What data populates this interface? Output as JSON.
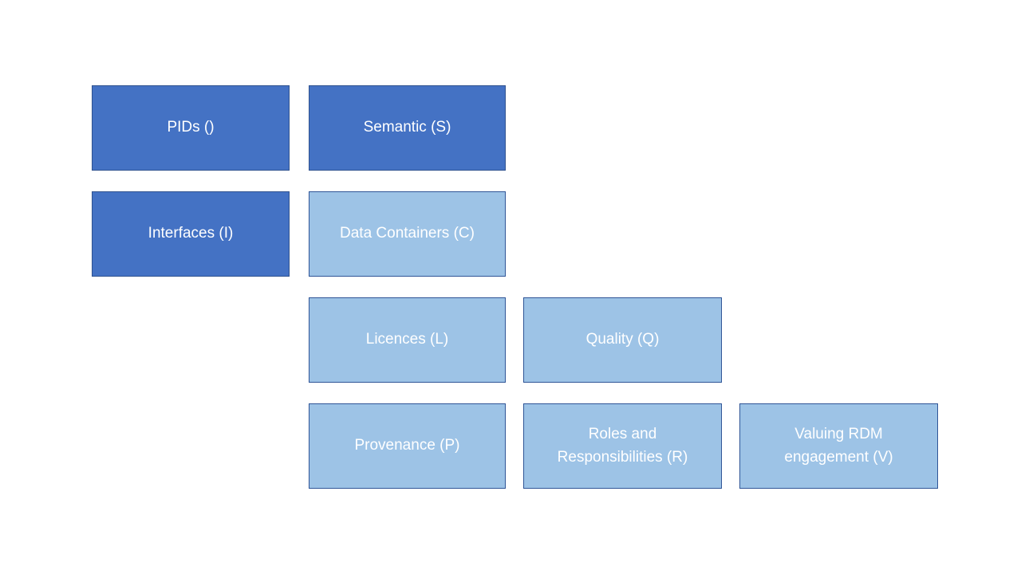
{
  "slide": {
    "background": "#FFFFFF"
  },
  "colors": {
    "dark_fill": "#4472C4",
    "dark_border": "#2F528F",
    "light_fill": "#9DC3E6",
    "light_border": "#2F5597",
    "text": "#FFFFFF"
  },
  "boxes": [
    {
      "id": "pids",
      "label": "PIDs ()",
      "variant": "dark"
    },
    {
      "id": "semantic",
      "label": "Semantic (S)",
      "variant": "dark"
    },
    {
      "id": "interfaces",
      "label": "Interfaces (I)",
      "variant": "dark"
    },
    {
      "id": "data-containers",
      "label": "Data Containers (C)",
      "variant": "light"
    },
    {
      "id": "licences",
      "label": "Licences (L)",
      "variant": "light"
    },
    {
      "id": "quality",
      "label": "Quality (Q)",
      "variant": "light"
    },
    {
      "id": "provenance",
      "label": "Provenance (P)",
      "variant": "light"
    },
    {
      "id": "roles-responsibilities",
      "label": "Roles and\nResponsibilities (R)",
      "variant": "light"
    },
    {
      "id": "valuing-rdm",
      "label": "Valuing RDM\nengagement (V)",
      "variant": "light"
    }
  ]
}
